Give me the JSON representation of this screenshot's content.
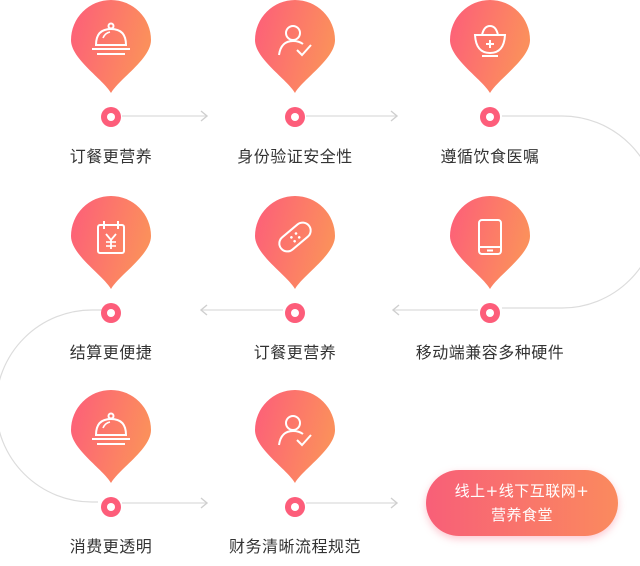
{
  "palette": {
    "pin_start": "#fd5d7a",
    "pin_end": "#fb8f5c",
    "connector": "#d9d9d9",
    "label": "#333333",
    "icon": "#ffffff"
  },
  "rows": [
    {
      "direction": "right",
      "steps": [
        {
          "label": "订餐更营养",
          "icon": "dish-cover-icon"
        },
        {
          "label": "身份验证安全性",
          "icon": "user-check-icon"
        },
        {
          "label": "遵循饮食医嘱",
          "icon": "medical-bowl-icon"
        }
      ]
    },
    {
      "direction": "left",
      "steps": [
        {
          "label": "结算更便捷",
          "icon": "calendar-yuan-icon"
        },
        {
          "label": "订餐更营养",
          "icon": "bandage-icon"
        },
        {
          "label": "移动端兼容多种硬件",
          "icon": "phone-icon"
        }
      ]
    },
    {
      "direction": "right",
      "steps": [
        {
          "label": "消费更透明",
          "icon": "dish-cover-icon"
        },
        {
          "label": "财务清晰流程规范",
          "icon": "user-check-icon"
        }
      ]
    }
  ],
  "goal": {
    "line1": "线上+线下互联网+",
    "line2": "营养食堂"
  }
}
